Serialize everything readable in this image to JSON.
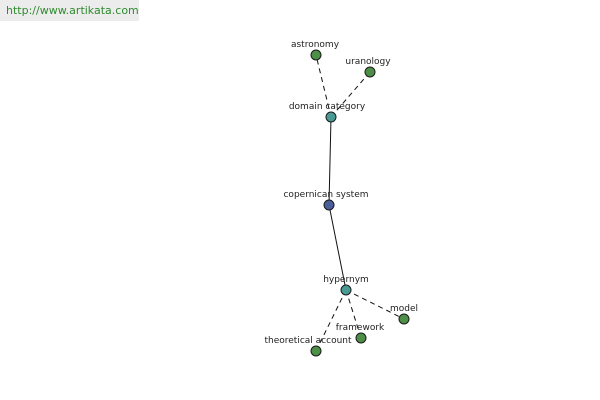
{
  "site_link": "http://www.artikata.com",
  "colors": {
    "center_node": "#4a5e9a",
    "relation_node": "#4a9a94",
    "leaf_node": "#4e8f48",
    "edge": "#111111",
    "banner_bg": "#ececec",
    "link_text": "#2e8b2e"
  },
  "graph": {
    "nodes": [
      {
        "id": "copernican-system",
        "label": "copernican system",
        "kind": "center"
      },
      {
        "id": "domain-category",
        "label": "domain category",
        "kind": "relation"
      },
      {
        "id": "hypernym",
        "label": "hypernym",
        "kind": "relation"
      },
      {
        "id": "astronomy",
        "label": "astronomy",
        "kind": "leaf"
      },
      {
        "id": "uranology",
        "label": "uranology",
        "kind": "leaf"
      },
      {
        "id": "model",
        "label": "model",
        "kind": "leaf"
      },
      {
        "id": "framework",
        "label": "framework",
        "kind": "leaf"
      },
      {
        "id": "theoretical-account",
        "label": "theoretical account",
        "kind": "leaf"
      }
    ],
    "edges": [
      {
        "from": "copernican-system",
        "to": "domain-category",
        "style": "solid"
      },
      {
        "from": "copernican-system",
        "to": "hypernym",
        "style": "solid"
      },
      {
        "from": "domain-category",
        "to": "astronomy",
        "style": "dashed"
      },
      {
        "from": "domain-category",
        "to": "uranology",
        "style": "dashed"
      },
      {
        "from": "hypernym",
        "to": "model",
        "style": "dashed"
      },
      {
        "from": "hypernym",
        "to": "framework",
        "style": "dashed"
      },
      {
        "from": "hypernym",
        "to": "theoretical-account",
        "style": "dashed"
      }
    ]
  }
}
